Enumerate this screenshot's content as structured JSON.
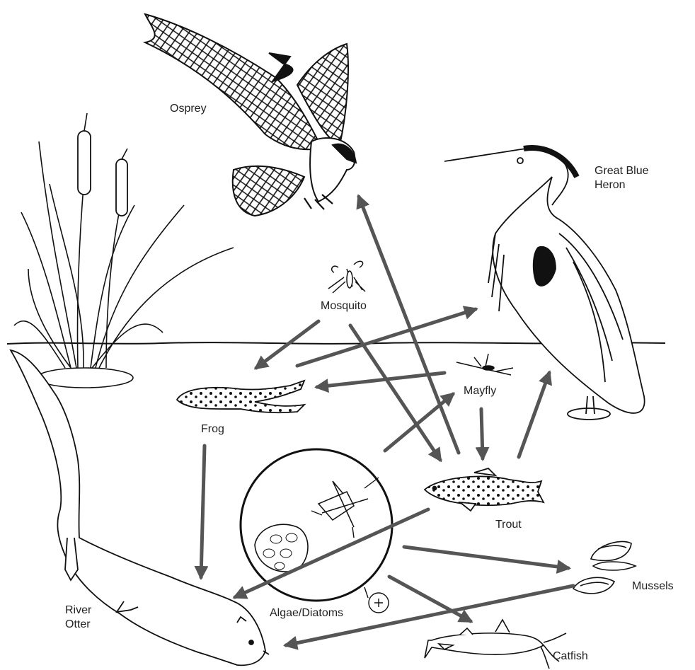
{
  "labels": {
    "osprey": "Osprey",
    "heron_line1": "Great Blue",
    "heron_line2": "Heron",
    "mosquito": "Mosquito",
    "mayfly": "Mayfly",
    "frog": "Frog",
    "trout": "Trout",
    "mussels": "Mussels",
    "otter_line1": "River",
    "otter_line2": "Otter",
    "algae": "Algae/Diatoms",
    "catfish": "Catfish"
  },
  "colors": {
    "arrow": "#555555",
    "ink": "#111111",
    "background": "#ffffff"
  },
  "icons": [
    "osprey-icon",
    "heron-icon",
    "cattail-icon",
    "mosquito-icon",
    "mayfly-icon",
    "frog-icon",
    "trout-icon",
    "mussels-icon",
    "otter-icon",
    "algae-circle-icon",
    "catfish-icon"
  ]
}
